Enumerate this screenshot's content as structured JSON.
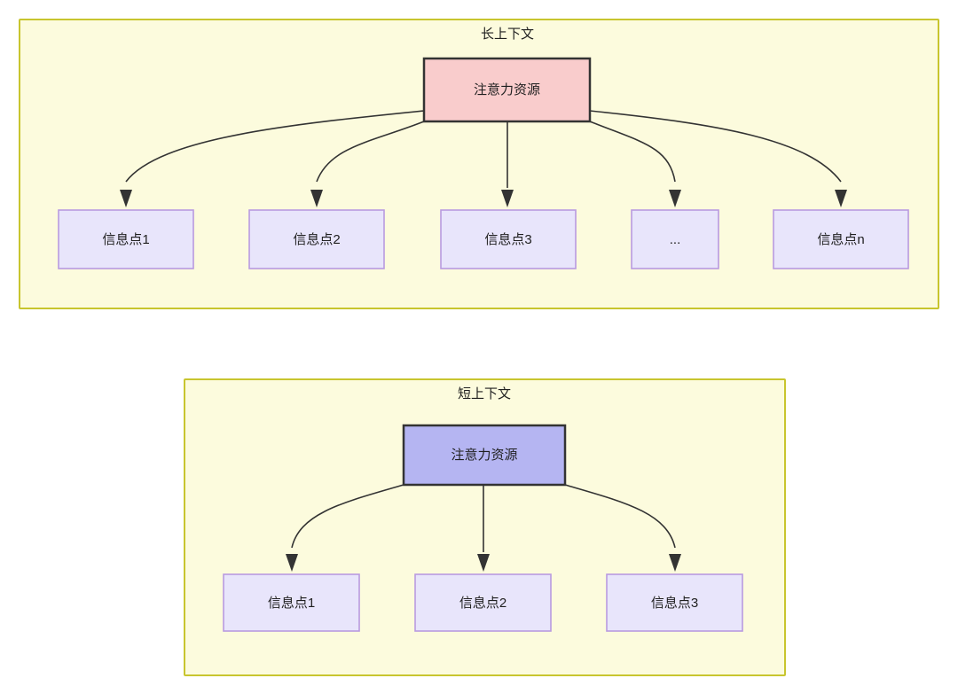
{
  "diagram": {
    "background_color": "#ffffff",
    "panel_fill": "#fcfbdd",
    "panel_border": "#c8c52e",
    "edge_color": "#333333",
    "panels": [
      {
        "id": "long-context",
        "title": "长上下文",
        "root": {
          "label": "注意力资源",
          "fill": "#f9cccc",
          "border": "#333333"
        },
        "children": [
          {
            "label": "信息点1",
            "fill": "#e8e5fb",
            "border": "#b99ae0"
          },
          {
            "label": "信息点2",
            "fill": "#e8e5fb",
            "border": "#b99ae0"
          },
          {
            "label": "信息点3",
            "fill": "#e8e5fb",
            "border": "#b99ae0"
          },
          {
            "label": "...",
            "fill": "#e8e5fb",
            "border": "#b99ae0"
          },
          {
            "label": "信息点n",
            "fill": "#e8e5fb",
            "border": "#b99ae0"
          }
        ]
      },
      {
        "id": "short-context",
        "title": "短上下文",
        "root": {
          "label": "注意力资源",
          "fill": "#b5b5f2",
          "border": "#333333"
        },
        "children": [
          {
            "label": "信息点1",
            "fill": "#e8e5fb",
            "border": "#b99ae0"
          },
          {
            "label": "信息点2",
            "fill": "#e8e5fb",
            "border": "#b99ae0"
          },
          {
            "label": "信息点3",
            "fill": "#e8e5fb",
            "border": "#b99ae0"
          }
        ]
      }
    ]
  }
}
